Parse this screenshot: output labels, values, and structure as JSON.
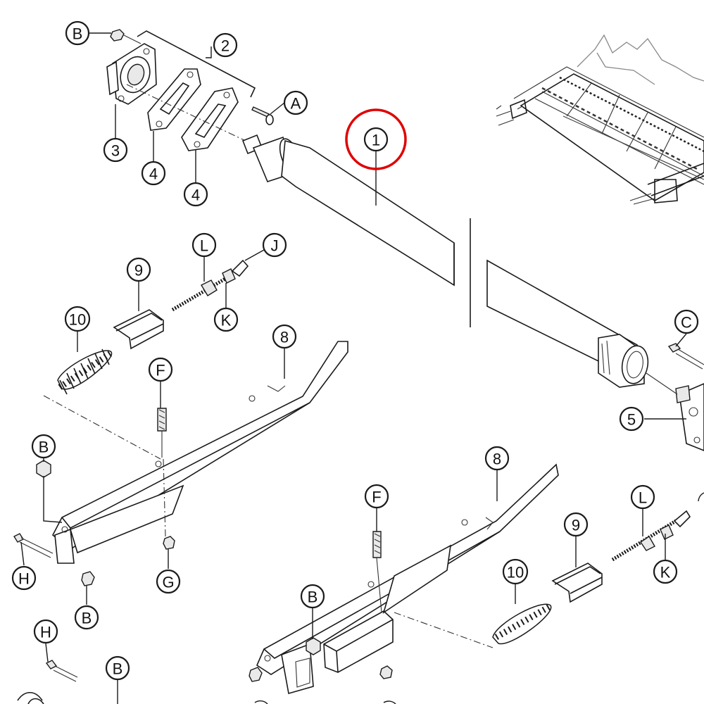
{
  "callouts": {
    "c1": "1",
    "c2": "2",
    "c3": "3",
    "c4a": "4",
    "c4b": "4",
    "c5": "5",
    "c8a": "8",
    "c8b": "8",
    "c9a": "9",
    "c9b": "9",
    "c10a": "10",
    "c10b": "10",
    "cA": "A",
    "cB1": "B",
    "cB2": "B",
    "cB3": "B",
    "cB4": "B",
    "cB5": "B",
    "cC": "C",
    "cF1": "F",
    "cF2": "F",
    "cG": "G",
    "cH1": "H",
    "cH2": "H",
    "cJ": "J",
    "cK1": "K",
    "cK2": "K",
    "cL1": "L",
    "cL2": "L"
  },
  "highlight": {
    "callout": "1",
    "color": "#e00000"
  },
  "colors": {
    "line": "#1a1a1a",
    "background": "#ffffff",
    "highlight": "#e00000"
  }
}
